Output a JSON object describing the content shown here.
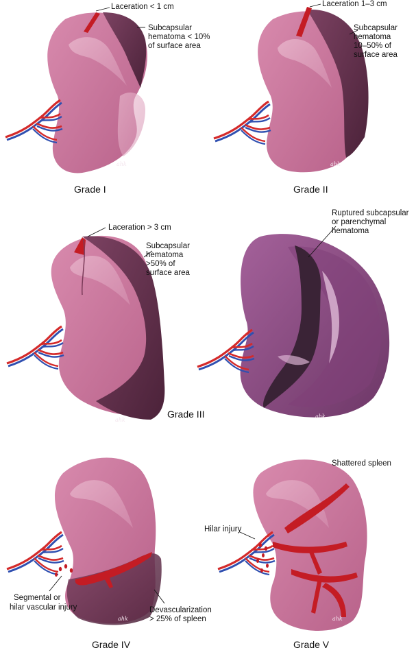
{
  "panels": [
    {
      "grade": "Grade I",
      "labels": [
        "Laceration < 1 cm",
        "Subcapsular",
        "hematoma < 10%",
        "of surface area"
      ]
    },
    {
      "grade": "Grade II",
      "labels": [
        "Laceration 1–3 cm",
        "Subcapsular",
        "hematoma",
        "10–50% of",
        "surface area"
      ]
    },
    {
      "grade": "Grade III",
      "labels": [
        "Laceration > 3 cm",
        "Subcapsular",
        "hematoma",
        ">50% of",
        "surface area"
      ]
    },
    {
      "grade": "",
      "labels": [
        "Ruptured subcapsular",
        "or parenchymal",
        "hematoma"
      ]
    },
    {
      "grade": "Grade IV",
      "labels": [
        "Segmental or",
        "hilar vascular injury",
        "Devascularization",
        "> 25% of spleen"
      ]
    },
    {
      "grade": "Grade V",
      "labels": [
        "Shattered spleen",
        "Hilar injury"
      ]
    }
  ],
  "signature": "ahk",
  "colors": {
    "spleen": "#c9769a",
    "spleen_light": "#e3a8c2",
    "hematoma": "#6e3a56",
    "hematoma_dark": "#4a2238",
    "laceration": "#c41c24",
    "artery": "#d42a2a",
    "vein": "#2f4fb0",
    "ruptured_bg": "#8d4f86"
  }
}
